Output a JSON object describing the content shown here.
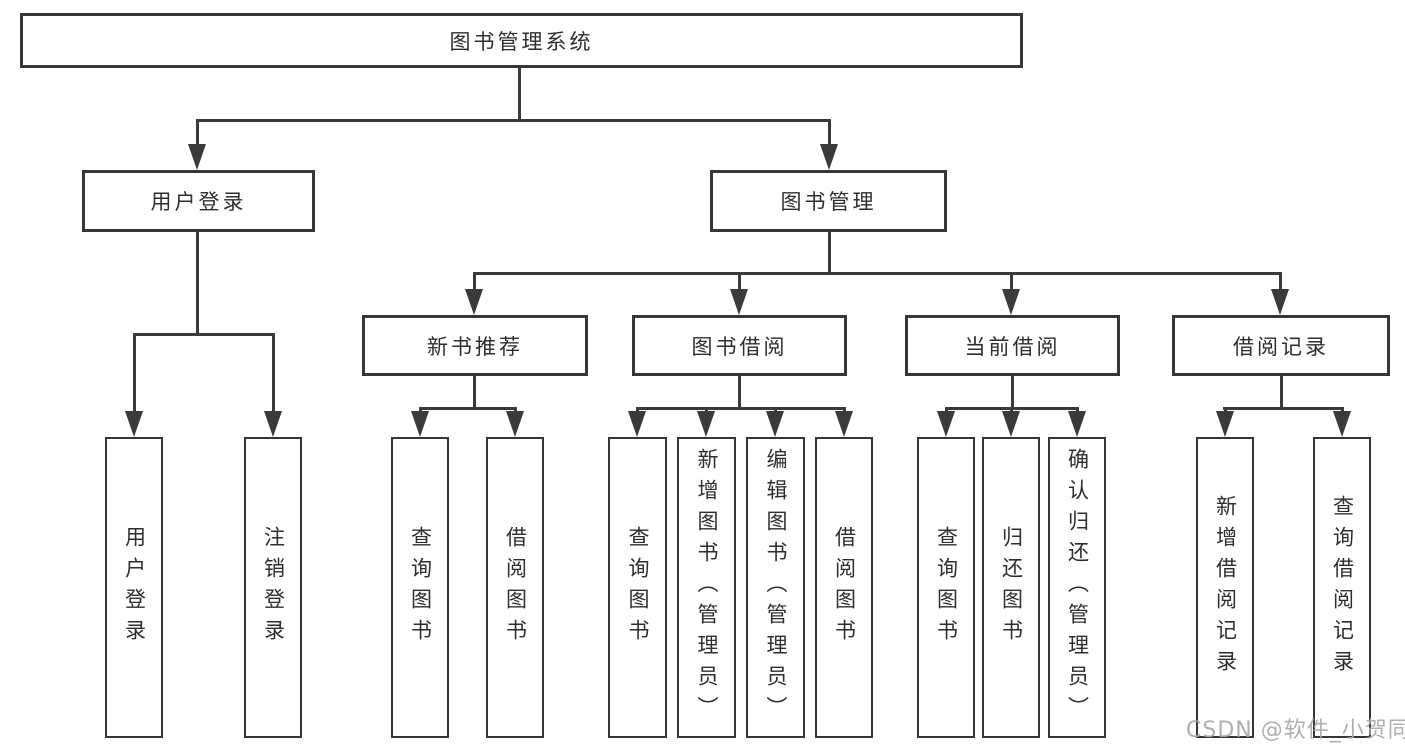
{
  "nodes": {
    "root": "图书管理系统",
    "level2": [
      "用户登录",
      "图书管理"
    ],
    "level3": [
      "新书推荐",
      "图书借阅",
      "当前借阅",
      "借阅记录"
    ],
    "leaves_user_login": [
      "用户登录",
      "注销登录"
    ],
    "leaves_new_book": [
      "查询图书",
      "借阅图书"
    ],
    "leaves_book_borrow": [
      "查询图书",
      "新增图书（管理员）",
      "编辑图书（管理员）",
      "借阅图书"
    ],
    "leaves_current_borrow": [
      "查询图书",
      "归还图书",
      "确认归还（管理员）"
    ],
    "leaves_borrow_record": [
      "新增借阅记录",
      "查询借阅记录"
    ]
  },
  "watermark": "CSDN @软件_小贺同学",
  "colors": {
    "line": "#3a3a3a",
    "border": "#363636",
    "text": "#2e2e2e",
    "watermark": "#a8a8a8",
    "background": "#ffffff"
  }
}
